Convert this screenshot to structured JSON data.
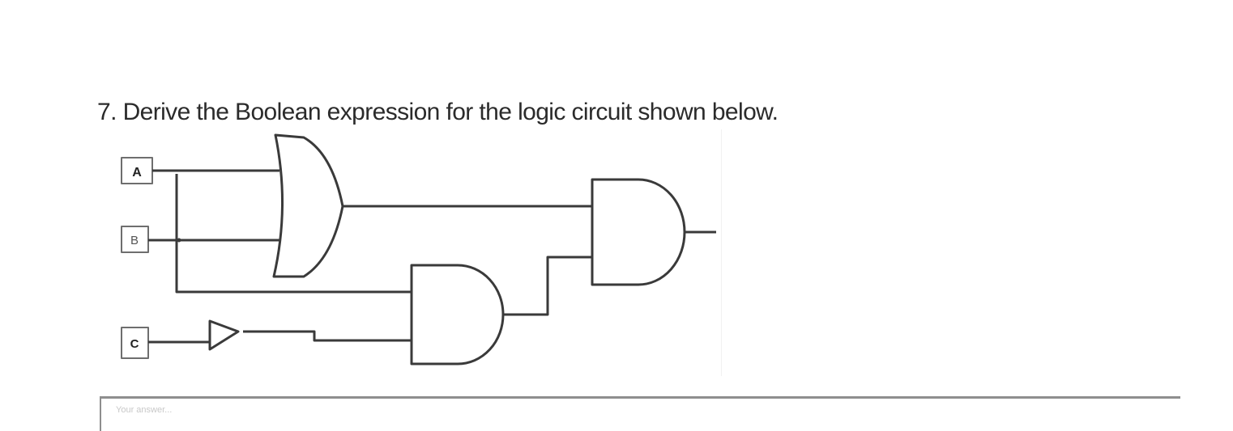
{
  "question": {
    "number": "7.",
    "text": "Derive the Boolean expression for the logic circuit shown below."
  },
  "circuit": {
    "inputs": [
      {
        "label": "A"
      },
      {
        "label": "B"
      },
      {
        "label": "C"
      }
    ],
    "gates": [
      {
        "id": "or1",
        "type": "OR",
        "inputs": [
          "A",
          "B"
        ]
      },
      {
        "id": "buf1",
        "type": "BUFFER",
        "inputs": [
          "C"
        ]
      },
      {
        "id": "and1",
        "type": "AND",
        "inputs": [
          "A",
          "buf1"
        ]
      },
      {
        "id": "and2",
        "type": "AND",
        "inputs": [
          "or1",
          "and1"
        ]
      }
    ],
    "output": "and2",
    "colors": {
      "stroke": "#3a3a3a",
      "input_box_border": "#6e6e6e"
    }
  },
  "answer_box": {
    "placeholder": "Your answer..."
  }
}
